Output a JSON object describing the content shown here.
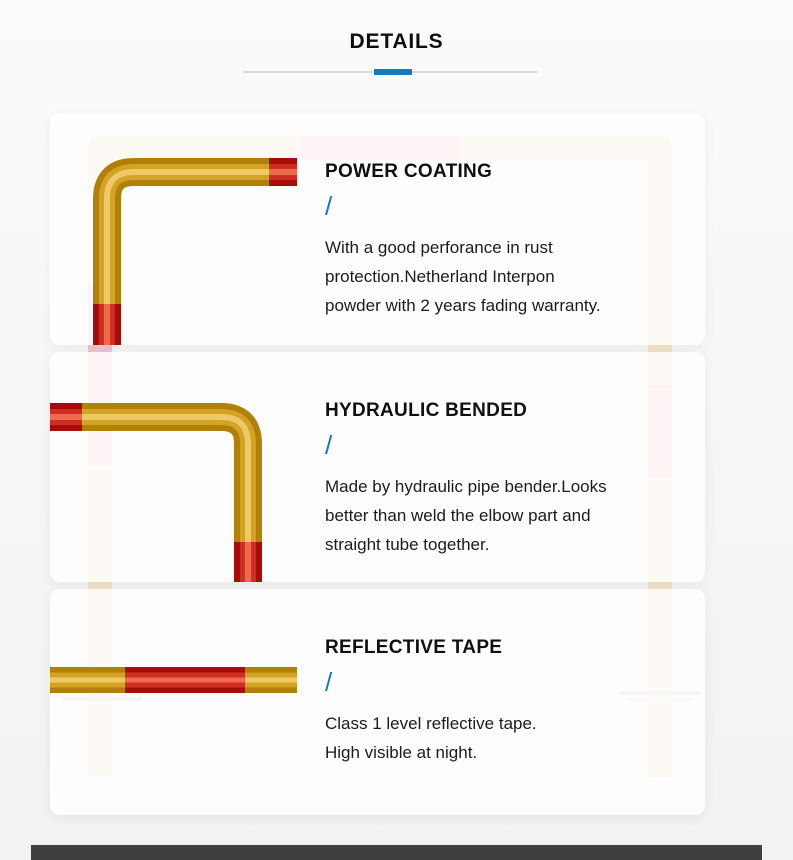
{
  "header": {
    "title": "DETAILS"
  },
  "sections": [
    {
      "heading": "POWER COATING",
      "divider": "/",
      "body": "With a good perforance in rust\nprotection.Netherland Interpon\npowder with 2 years fading warranty."
    },
    {
      "heading": "HYDRAULIC BENDED",
      "divider": "/",
      "body": "Made by hydraulic pipe bender.Looks\nbetter than weld the elbow part and\nstraight tube together."
    },
    {
      "heading": "REFLECTIVE TAPE",
      "divider": "/",
      "body": "Class 1 level reflective tape.\nHigh visible at night."
    }
  ],
  "colors": {
    "accent_blue": "#1679bd",
    "pipe_gold": "#b08008",
    "pipe_red": "#a60d09",
    "arch_cream": "#f5e7cb",
    "arch_pink": "#f3c6d0",
    "footer_gray": "#3f3f3f"
  }
}
